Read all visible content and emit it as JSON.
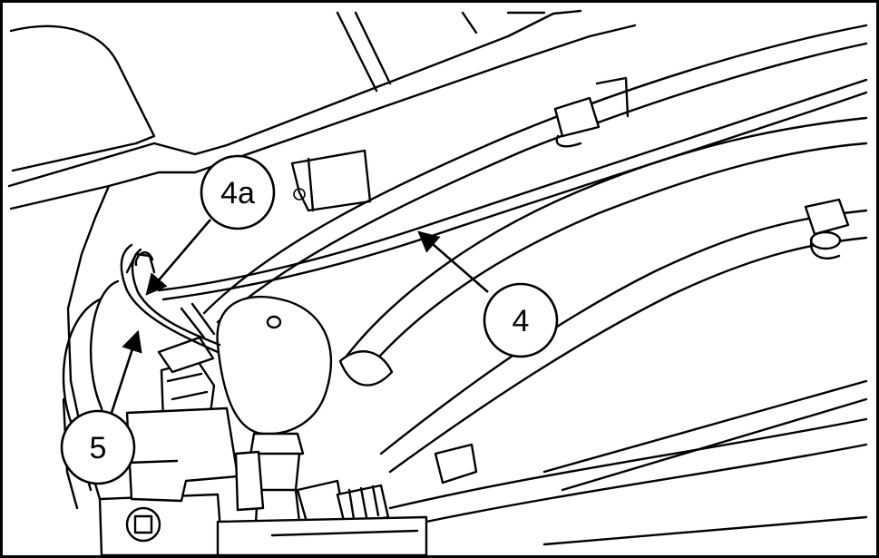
{
  "callouts": [
    {
      "id": "4a",
      "label": "4a"
    },
    {
      "id": "4",
      "label": "4"
    },
    {
      "id": "5",
      "label": "5"
    }
  ],
  "colors": {
    "ink": "#000000",
    "paper": "#ffffff",
    "shade": "#d9d9d9"
  }
}
